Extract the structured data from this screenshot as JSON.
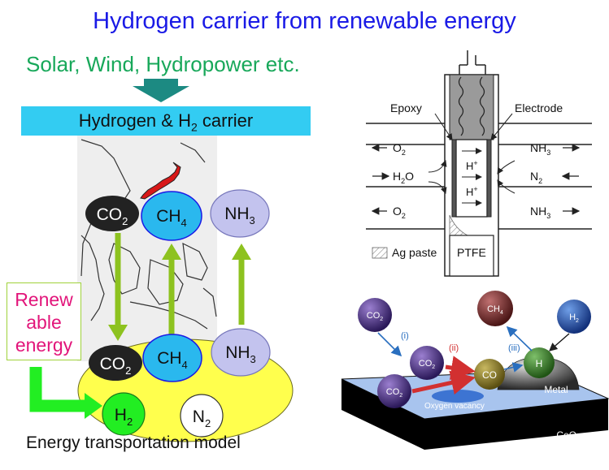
{
  "title": "Hydrogen carrier from renewable energy",
  "subtitle": "Solar, Wind, Hydropower etc.",
  "carrier_bar": {
    "prefix": "Hydrogen & H",
    "sub": "2",
    "suffix": " carrier"
  },
  "renewable": [
    "Renew",
    "able",
    "energy"
  ],
  "caption": "Energy transportation model",
  "molecules_top": {
    "co2": "CO2",
    "ch4": "CH4",
    "nh3": "NH3"
  },
  "molecules_bottom": {
    "co2": "CO2",
    "ch4": "CH4",
    "nh3": "NH3",
    "h2": "H2",
    "n2": "N2"
  },
  "cell": {
    "epoxy": "Epoxy",
    "electrode": "Electrode",
    "o2_top": "O2",
    "h2o": "H2O",
    "o2_bottom": "O2",
    "nh3_top": "NH3",
    "n2": "N2",
    "nh3_bottom": "NH3",
    "h_plus": "H+",
    "ag_paste": "Ag paste",
    "ptfe": "PTFE"
  },
  "catalyst": {
    "co2_a": "CO2",
    "co2_b": "CO2",
    "co2_c": "CO2",
    "ch4": "CH4",
    "h2": "H2",
    "co": "CO",
    "h": "H",
    "step_i": "(i)",
    "step_ii": "(ii)",
    "step_iii": "(iii)",
    "metal": "Metal",
    "oxygen_vacancy": "Oxygen vacancy",
    "ceo2": "CeO2"
  },
  "colors": {
    "title": "#1a1ae6",
    "subtitle": "#18a85a",
    "bar": "#33ccf2",
    "arrow": "#8dc21f",
    "renew": "#e2157a"
  }
}
